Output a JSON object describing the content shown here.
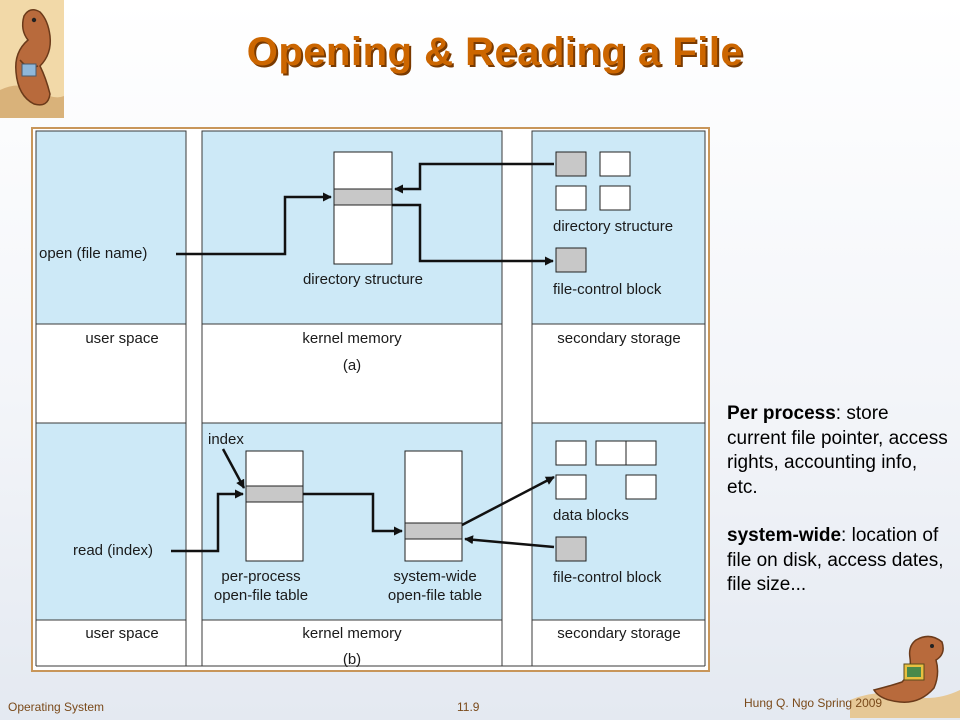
{
  "slide": {
    "title": "Opening & Reading a File",
    "footer_left": "Operating System",
    "footer_center": "11.9",
    "footer_right": "Hung Q. Ngo Spring 2009"
  },
  "diagram": {
    "part_a": {
      "open_label": "open (file name)",
      "kernel_label": "directory structure",
      "storage_dir_label": "directory structure",
      "storage_fcb_label": "file-control block",
      "user_space": "user space",
      "kernel_memory": "kernel memory",
      "secondary_storage": "secondary storage",
      "caption": "(a)"
    },
    "part_b": {
      "read_label": "read (index)",
      "index_label": "index",
      "per_process_line1": "per-process",
      "per_process_line2": "open-file table",
      "system_wide_line1": "system-wide",
      "system_wide_line2": "open-file table",
      "data_blocks": "data blocks",
      "storage_fcb_label": "file-control block",
      "user_space": "user space",
      "kernel_memory": "kernel memory",
      "secondary_storage": "secondary storage",
      "caption": "(b)"
    }
  },
  "notes": {
    "per_process_term": "Per process",
    "per_process_text": ": store current file pointer, access rights, accounting info, etc.",
    "system_wide_term": "system-wide",
    "system_wide_text": ": location of file on disk, access dates, file size..."
  }
}
